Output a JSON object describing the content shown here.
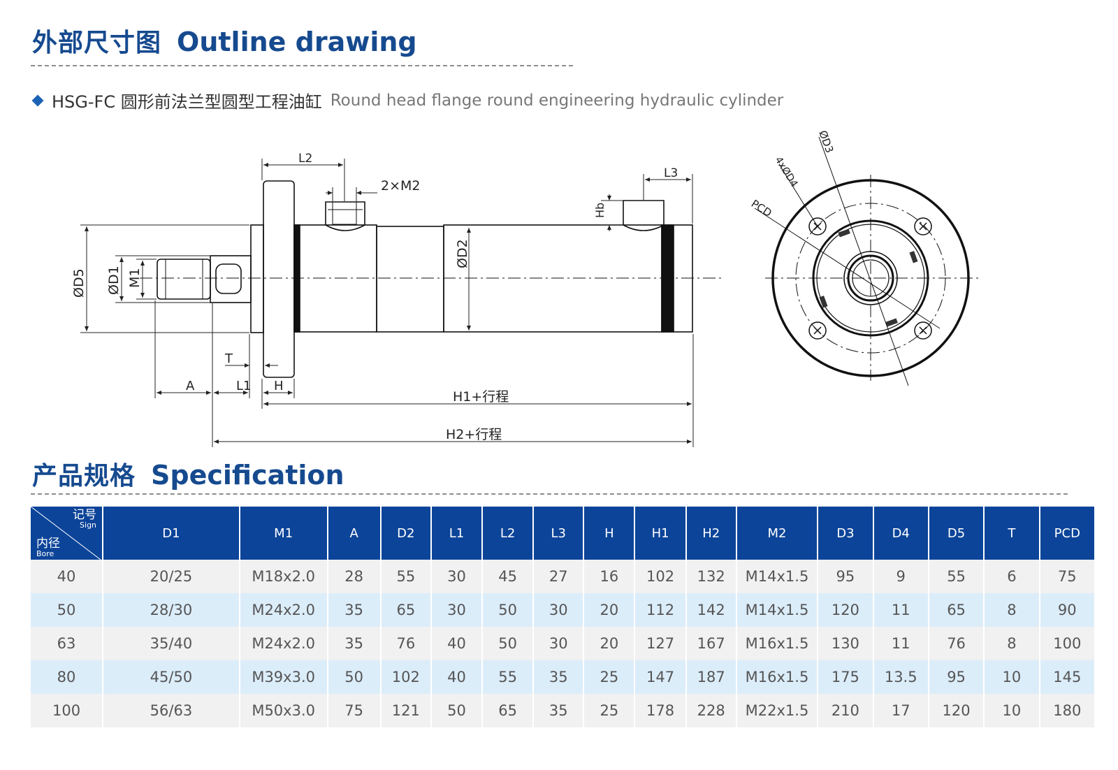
{
  "outline": {
    "title_zh": "外部尺寸图",
    "title_en": "Outline drawing"
  },
  "product": {
    "code": "HSG-FC 圆形前法兰型圆型工程油缸",
    "name_en": "Round head flange round engineering hydraulic cylinder"
  },
  "drawing": {
    "labels": {
      "L2": "L2",
      "M2": "2×M2",
      "L3": "L3",
      "Hb": "Hb",
      "D2": "ØD2",
      "D5": "ØD5",
      "D1": "ØD1",
      "M1": "M1",
      "T": "T",
      "A": "A",
      "L1": "L1",
      "H": "H",
      "H1": "H1+行程",
      "H2": "H2+行程",
      "D3": "ØD3",
      "D4": "4xØD4",
      "PCD": "PCD"
    }
  },
  "spec": {
    "title_zh": "产品规格",
    "title_en": "Specification",
    "corner": {
      "sign_zh": "记号",
      "sign_en": "Sign",
      "bore_zh": "内径",
      "bore_en": "Bore"
    },
    "columns": [
      "D1",
      "M1",
      "A",
      "D2",
      "L1",
      "L2",
      "L3",
      "H",
      "H1",
      "H2",
      "M2",
      "D3",
      "D4",
      "D5",
      "T",
      "PCD"
    ],
    "rows": [
      [
        "40",
        "20/25",
        "M18x2.0",
        "28",
        "55",
        "30",
        "45",
        "27",
        "16",
        "102",
        "132",
        "M14x1.5",
        "95",
        "9",
        "55",
        "6",
        "75"
      ],
      [
        "50",
        "28/30",
        "M24x2.0",
        "35",
        "65",
        "30",
        "50",
        "30",
        "20",
        "112",
        "142",
        "M14x1.5",
        "120",
        "11",
        "65",
        "8",
        "90"
      ],
      [
        "63",
        "35/40",
        "M24x2.0",
        "35",
        "76",
        "40",
        "50",
        "30",
        "20",
        "127",
        "167",
        "M16x1.5",
        "130",
        "11",
        "76",
        "8",
        "100"
      ],
      [
        "80",
        "45/50",
        "M39x3.0",
        "50",
        "102",
        "40",
        "55",
        "35",
        "25",
        "147",
        "187",
        "M16x1.5",
        "175",
        "13.5",
        "95",
        "10",
        "145"
      ],
      [
        "100",
        "56/63",
        "M50x3.0",
        "75",
        "121",
        "50",
        "65",
        "35",
        "25",
        "178",
        "228",
        "M22x1.5",
        "210",
        "17",
        "120",
        "10",
        "180"
      ]
    ]
  },
  "colors": {
    "title": "#164a8f",
    "header_bg": "#0c4499",
    "row_gray": "#f1f1f1",
    "row_blue": "#dcedfa",
    "diamond": "#1c63b6"
  }
}
